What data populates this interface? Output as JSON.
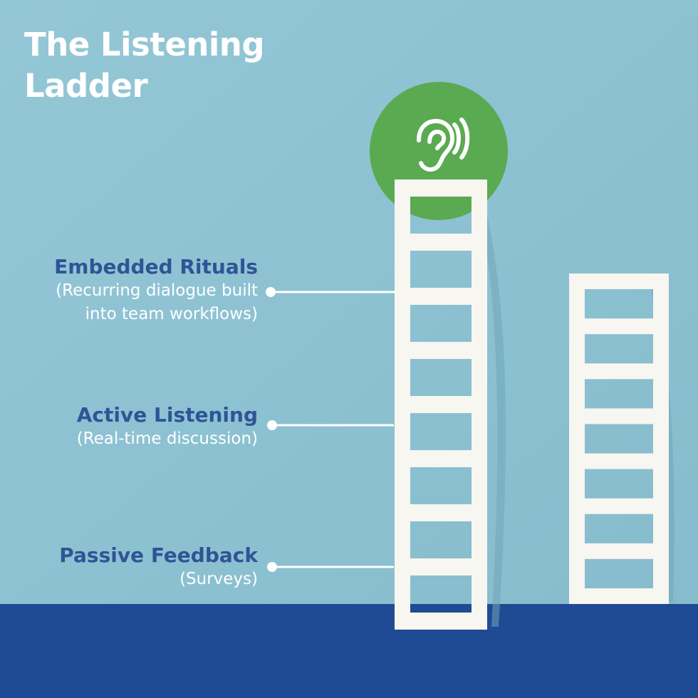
{
  "title": {
    "line1": "The Listening",
    "line2": "Ladder"
  },
  "icon": {
    "name": "ear-listening-icon",
    "circle_color": "#5aaa52"
  },
  "levels": [
    {
      "heading": "Embedded Rituals",
      "description_lines": [
        "(Recurring dialogue built",
        "into team workflows)"
      ]
    },
    {
      "heading": "Active Listening",
      "description_lines": [
        "(Real-time discussion)"
      ]
    },
    {
      "heading": "Passive Feedback",
      "description_lines": [
        "(Surveys)"
      ]
    }
  ],
  "colors": {
    "wall": "#8fc3d3",
    "floor": "#1f4b94",
    "heading_text": "#2f5496",
    "ladder": "#f7f6f1",
    "connector": "#ffffff"
  }
}
